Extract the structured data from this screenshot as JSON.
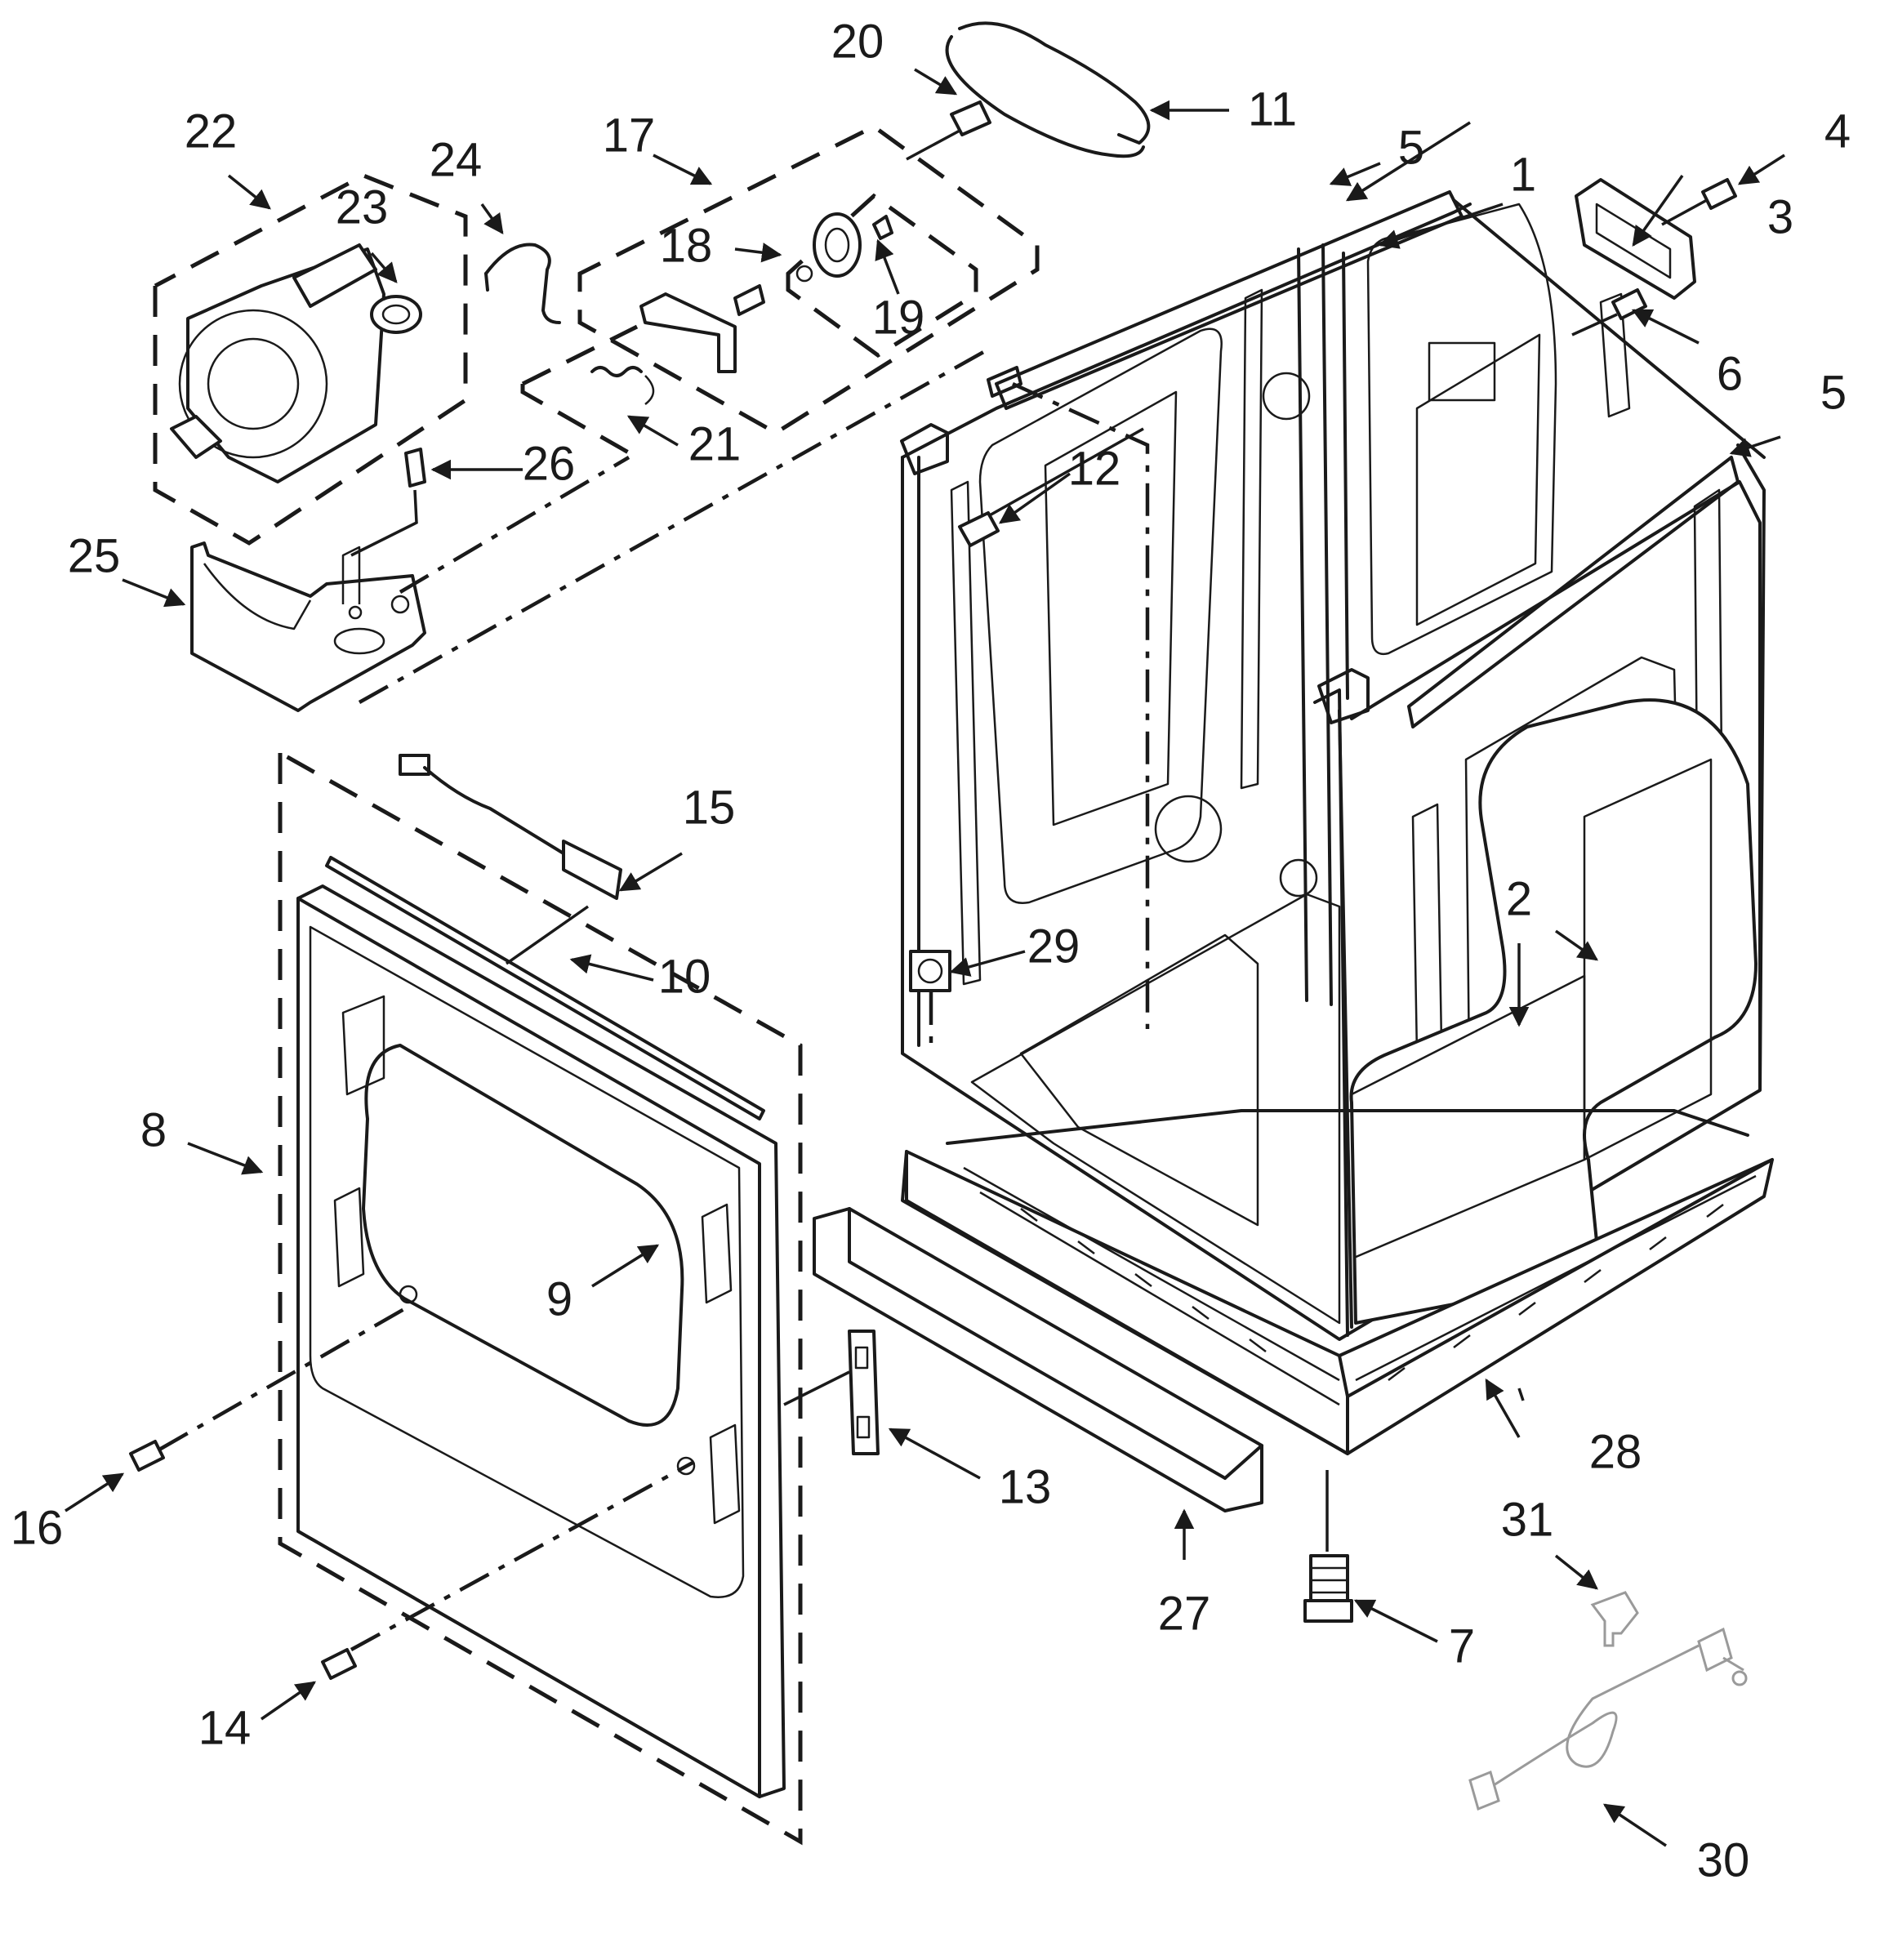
{
  "callouts": [
    {
      "number": "1"
    },
    {
      "number": "2"
    },
    {
      "number": "3"
    },
    {
      "number": "4"
    },
    {
      "number": "5"
    },
    {
      "number": "5"
    },
    {
      "number": "6"
    },
    {
      "number": "7"
    },
    {
      "number": "8"
    },
    {
      "number": "9"
    },
    {
      "number": "10"
    },
    {
      "number": "11"
    },
    {
      "number": "12"
    },
    {
      "number": "13"
    },
    {
      "number": "14"
    },
    {
      "number": "15"
    },
    {
      "number": "16"
    },
    {
      "number": "17"
    },
    {
      "number": "18"
    },
    {
      "number": "19"
    },
    {
      "number": "20"
    },
    {
      "number": "21"
    },
    {
      "number": "22"
    },
    {
      "number": "23"
    },
    {
      "number": "24"
    },
    {
      "number": "25"
    },
    {
      "number": "26"
    },
    {
      "number": "27"
    },
    {
      "number": "28"
    },
    {
      "number": "29"
    },
    {
      "number": "30"
    },
    {
      "number": "31"
    }
  ]
}
